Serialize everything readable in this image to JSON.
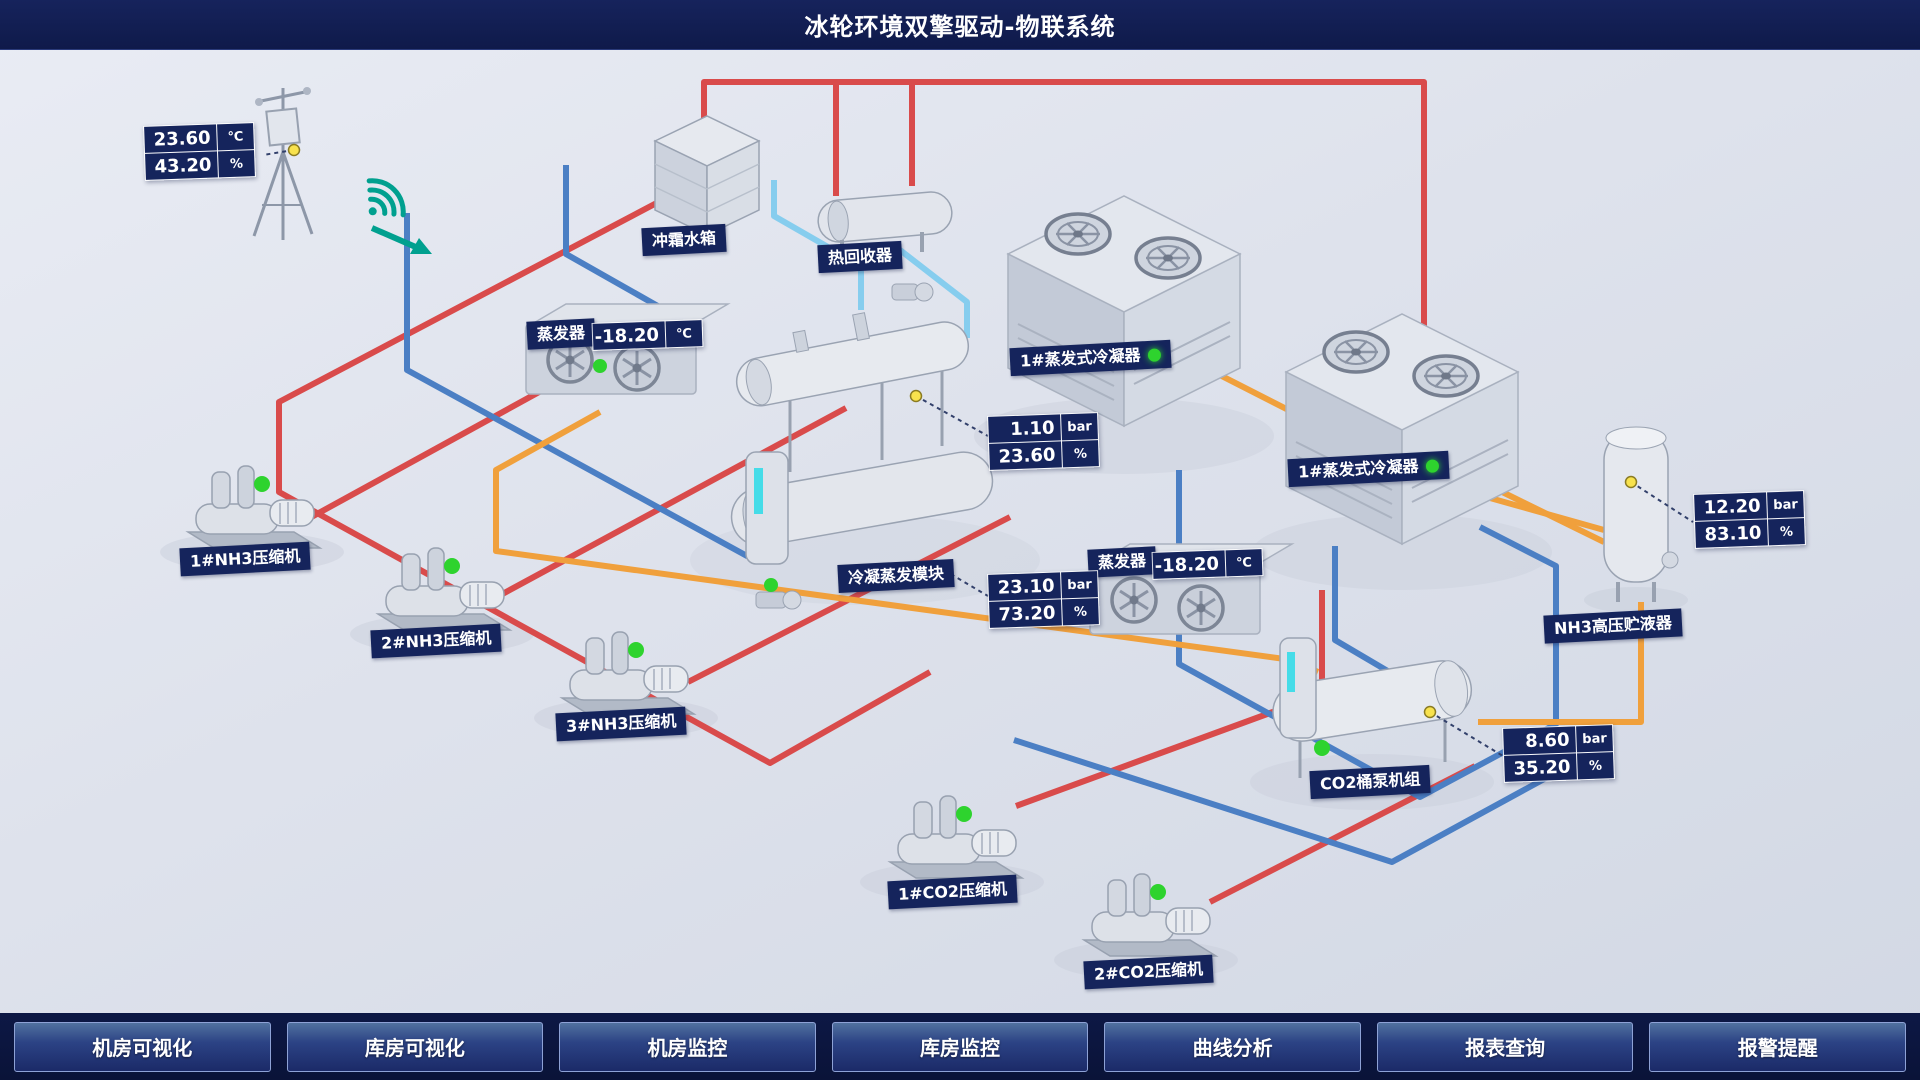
{
  "header": {
    "title": "冰轮环境双擎驱动-物联系统"
  },
  "weather": {
    "temp": "23.60",
    "temp_unit": "℃",
    "humidity": "43.20",
    "humidity_unit": "%"
  },
  "labels": {
    "defrost_tank": "冲霜水箱",
    "heat_recovery": "热回收器",
    "evaporator": "蒸发器",
    "condenser_1": "1#蒸发式冷凝器",
    "condenser_2": "1#蒸发式冷凝器",
    "nh3_compressor_1": "1#NH3压缩机",
    "nh3_compressor_2": "2#NH3压缩机",
    "nh3_compressor_3": "3#NH3压缩机",
    "module": "冷凝蒸发模块",
    "nh3_receiver": "NH3高压贮液器",
    "co2_pump_unit": "CO2桶泵机组",
    "co2_compressor_1": "1#CO2压缩机",
    "co2_compressor_2": "2#CO2压缩机"
  },
  "readings": {
    "evaporator_left": {
      "value": "-18.20",
      "unit": "℃"
    },
    "evaporator_right": {
      "value": "-18.20",
      "unit": "℃"
    },
    "module_top": {
      "pressure": "1.10",
      "pressure_unit": "bar",
      "percent": "23.60",
      "percent_unit": "%"
    },
    "module_bottom": {
      "pressure": "23.10",
      "pressure_unit": "bar",
      "percent": "73.20",
      "percent_unit": "%"
    },
    "nh3_receiver": {
      "pressure": "12.20",
      "pressure_unit": "bar",
      "percent": "83.10",
      "percent_unit": "%"
    },
    "co2_pump": {
      "pressure": "8.60",
      "pressure_unit": "bar",
      "percent": "35.20",
      "percent_unit": "%"
    }
  },
  "nav": {
    "items": [
      {
        "label": "机房可视化"
      },
      {
        "label": "库房可视化"
      },
      {
        "label": "机房监控"
      },
      {
        "label": "库房监控"
      },
      {
        "label": "曲线分析"
      },
      {
        "label": "报表查询"
      },
      {
        "label": "报警提醒"
      }
    ]
  },
  "colors": {
    "header_bg": "#111c4f",
    "label_bg": "#15245c",
    "pipe_red": "#d94b4b",
    "pipe_blue": "#4b7fc4",
    "pipe_orange": "#f0a03c",
    "pipe_cyan": "#86cdee",
    "status_green": "#2ed32e",
    "sensor_yellow": "#f8e24d",
    "wifi_teal": "#00a08f"
  }
}
